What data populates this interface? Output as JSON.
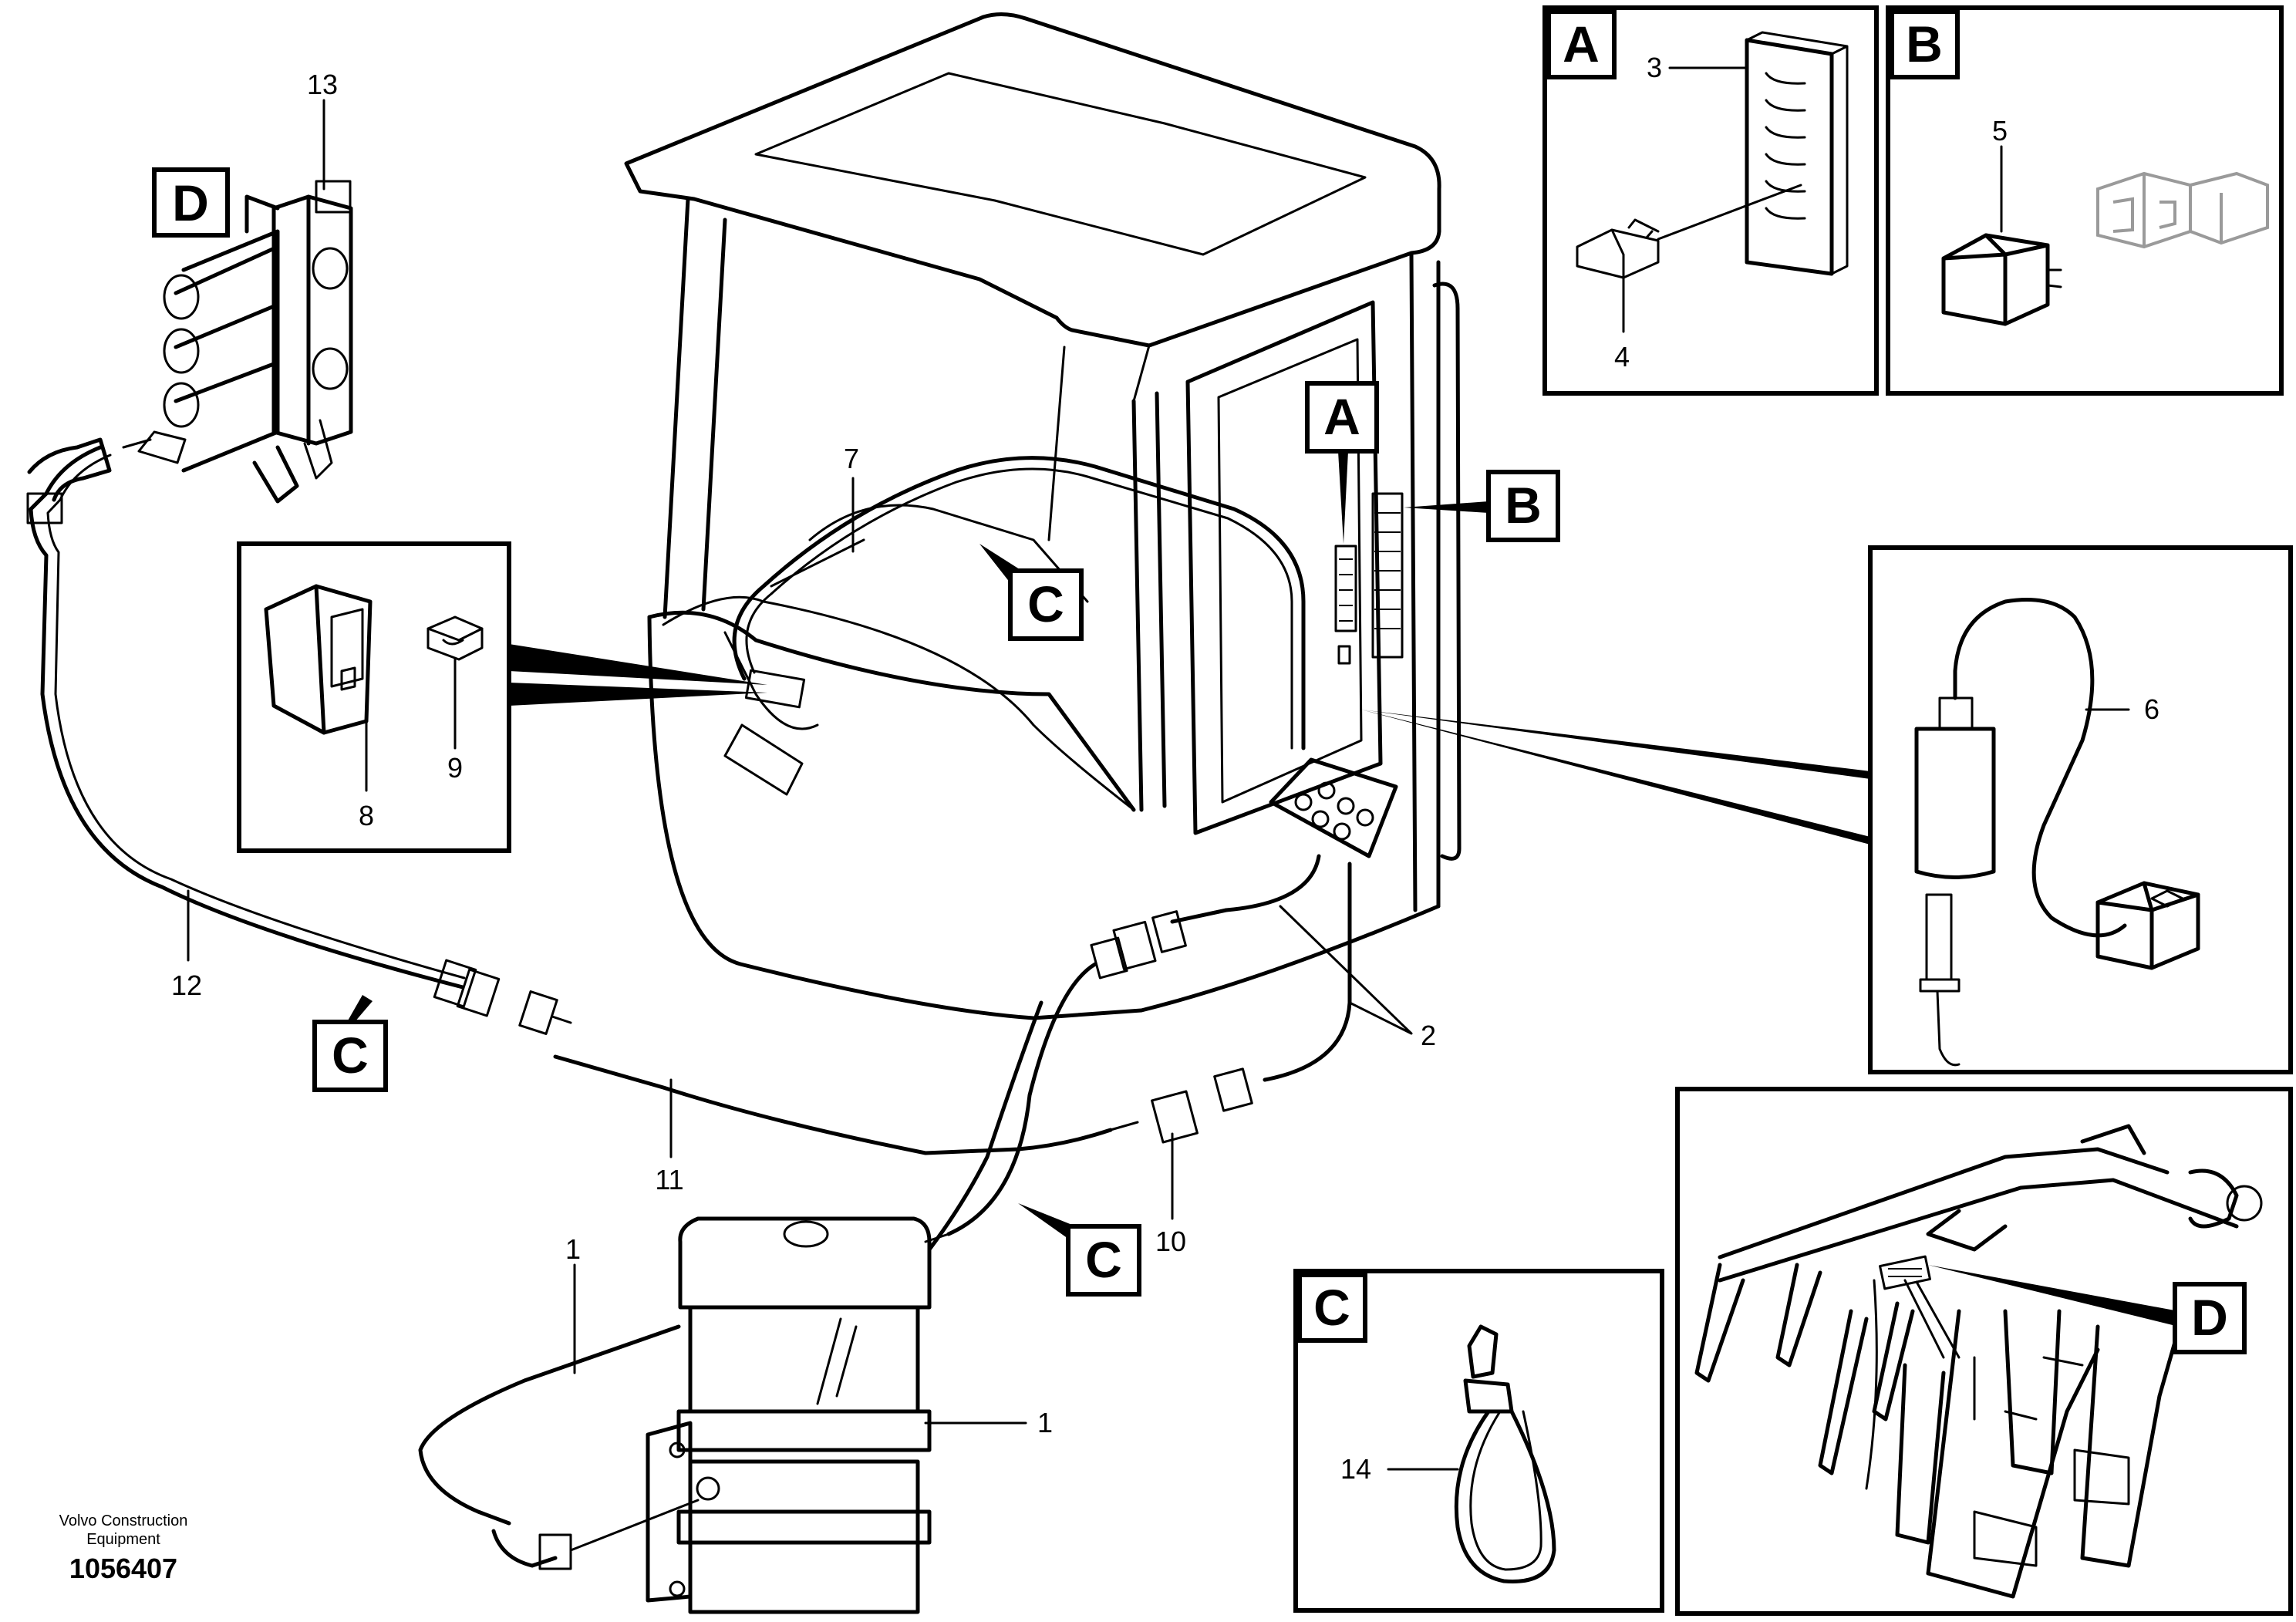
{
  "callouts": {
    "n1a": "1",
    "n1b": "1",
    "n2": "2",
    "n3": "3",
    "n4": "4",
    "n5": "5",
    "n6": "6",
    "n7": "7",
    "n8": "8",
    "n9": "9",
    "n10": "10",
    "n11": "11",
    "n12": "12",
    "n13": "13",
    "n14": "14"
  },
  "section_letters": {
    "inset_a": "A",
    "inset_b": "B",
    "inset_c": "C",
    "inset_d_label": "D",
    "pointer_a": "A",
    "pointer_b": "B",
    "pointer_d": "D",
    "c_cab": "C",
    "c_left": "C",
    "c_bottom": "C"
  },
  "footer": {
    "brand_line1": "Volvo Construction",
    "brand_line2": "Equipment",
    "figure_number": "1056407"
  }
}
